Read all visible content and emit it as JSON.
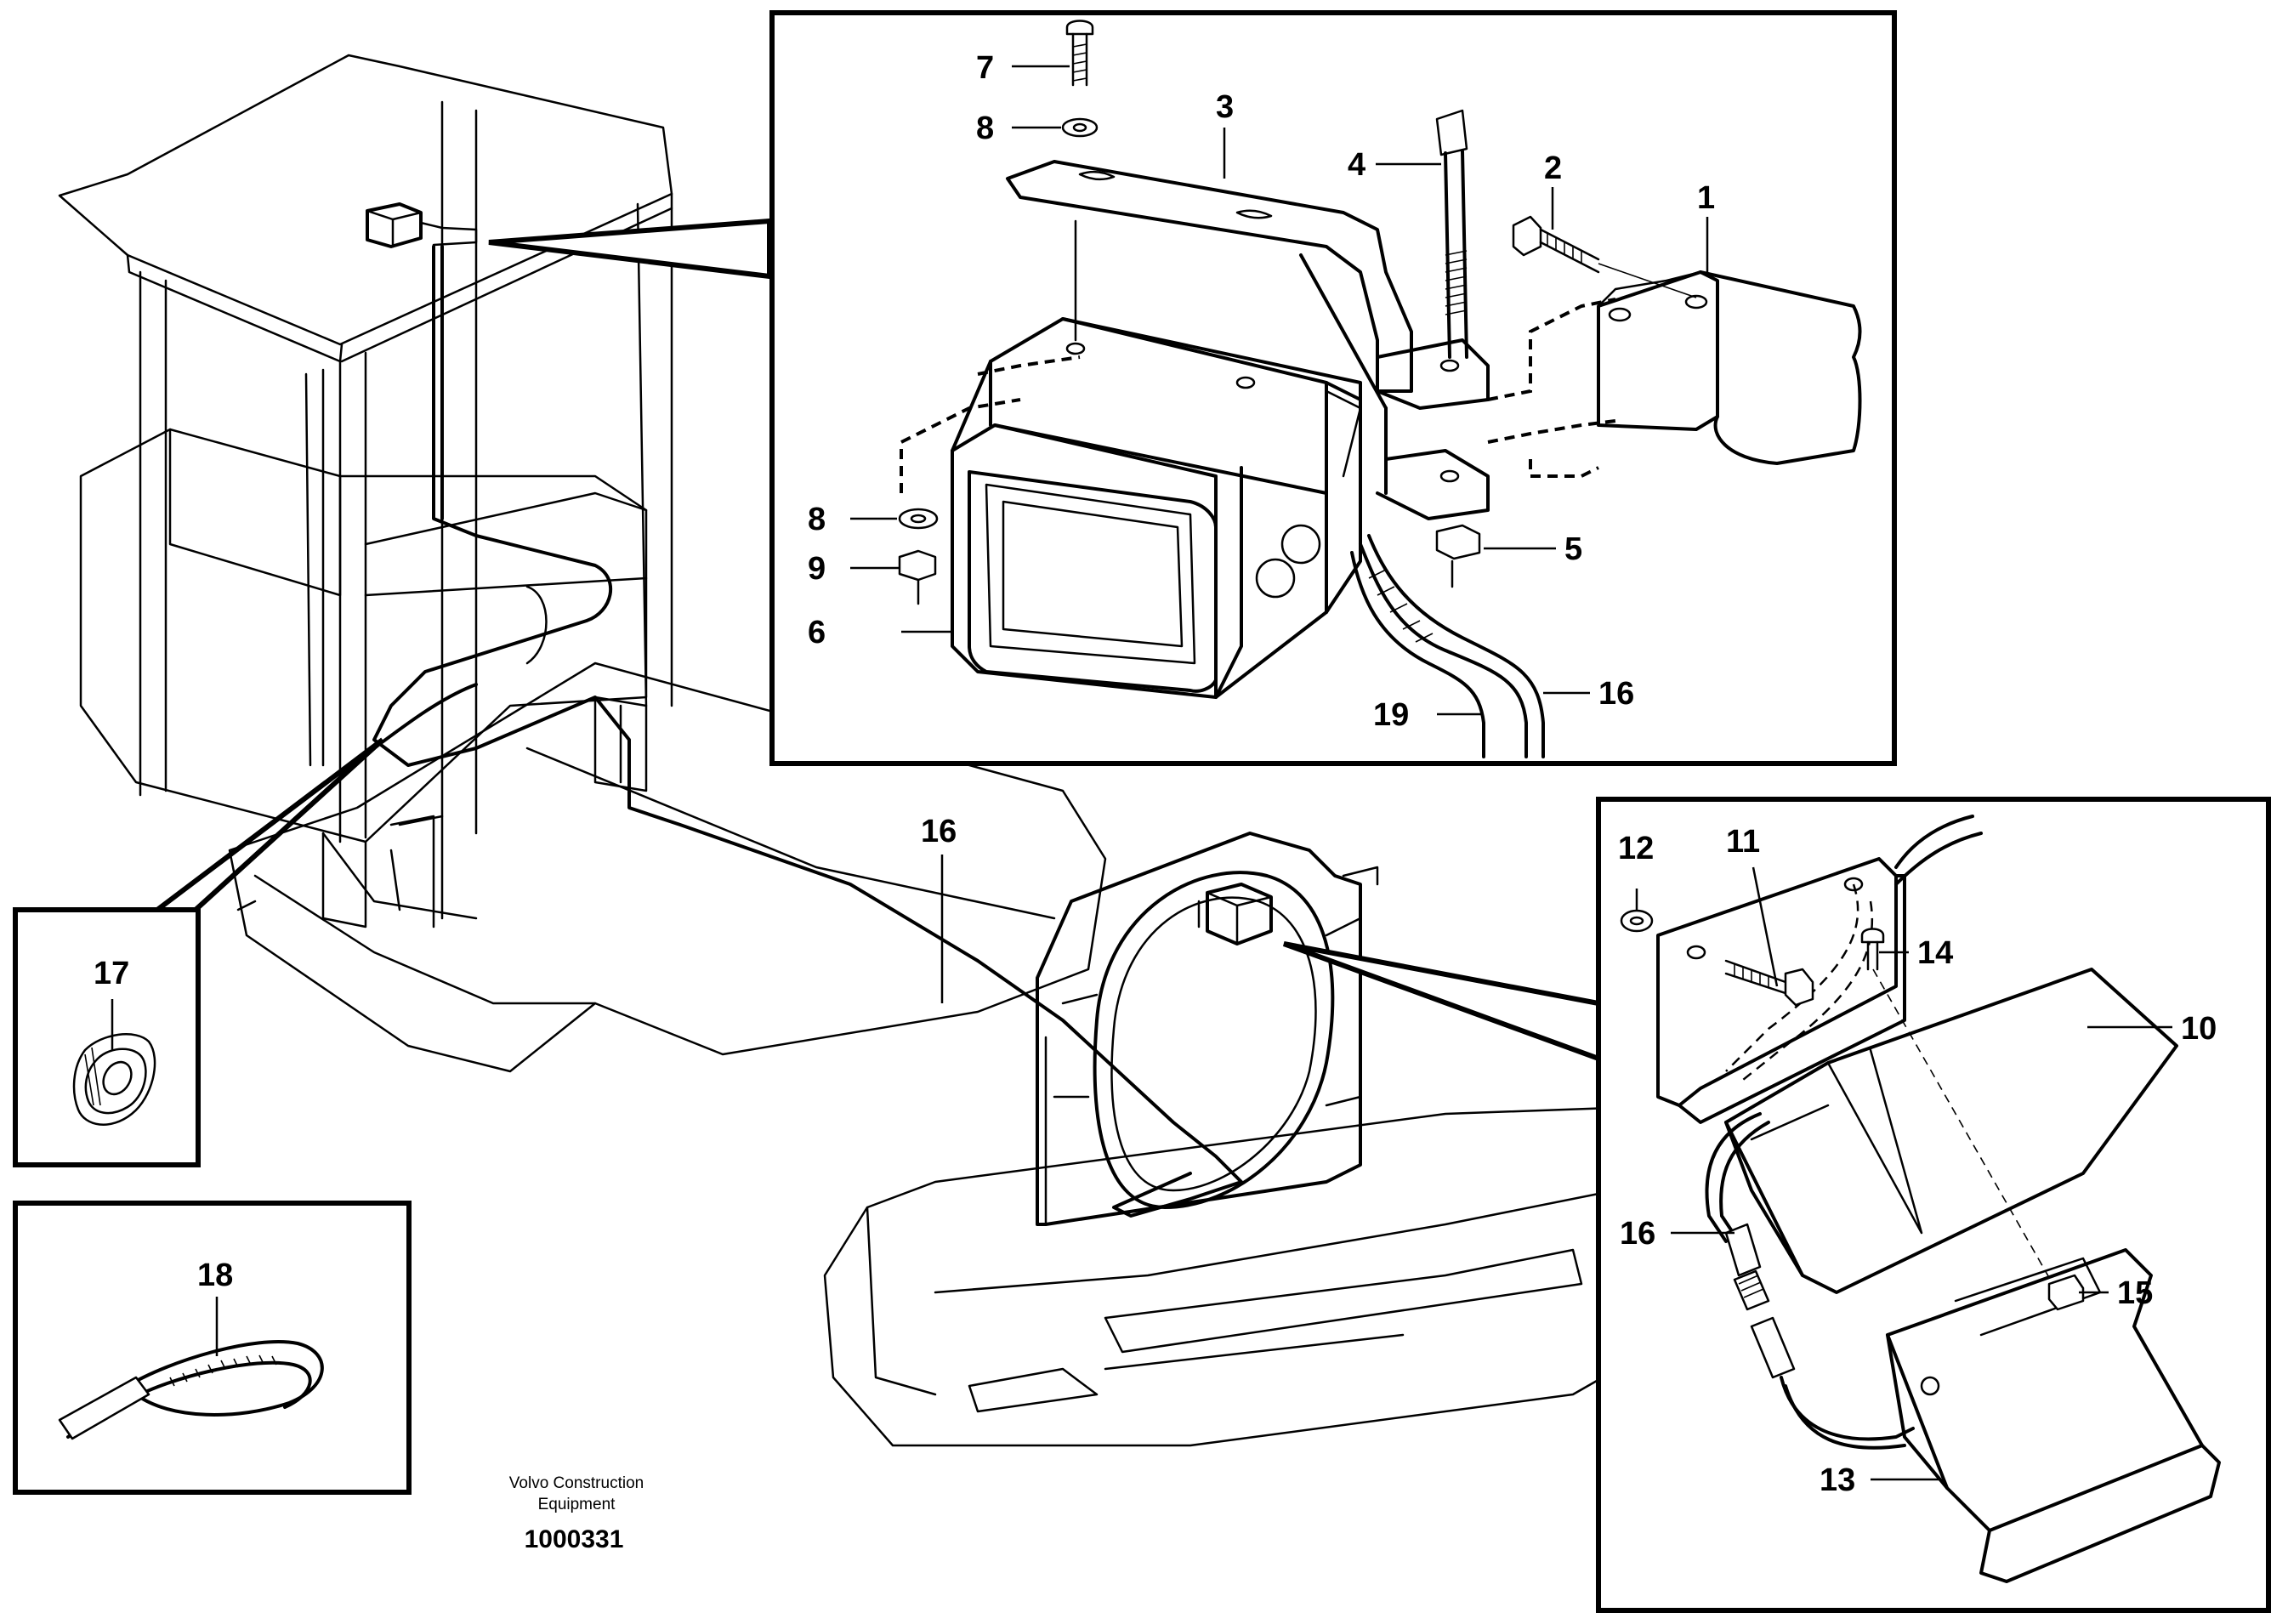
{
  "labels": {
    "p1": "1",
    "p2": "2",
    "p3": "3",
    "p4": "4",
    "p5": "5",
    "p6": "6",
    "p7": "7",
    "p8a": "8",
    "p8b": "8",
    "p9": "9",
    "p10": "10",
    "p11": "11",
    "p12": "12",
    "p13": "13",
    "p14": "14",
    "p15": "15",
    "p16a": "16",
    "p16b": "16",
    "p16c": "16",
    "p17": "17",
    "p18": "18",
    "p19": "19"
  },
  "caption": {
    "line1": "Volvo Construction",
    "line2": "Equipment",
    "number": "1000331"
  }
}
